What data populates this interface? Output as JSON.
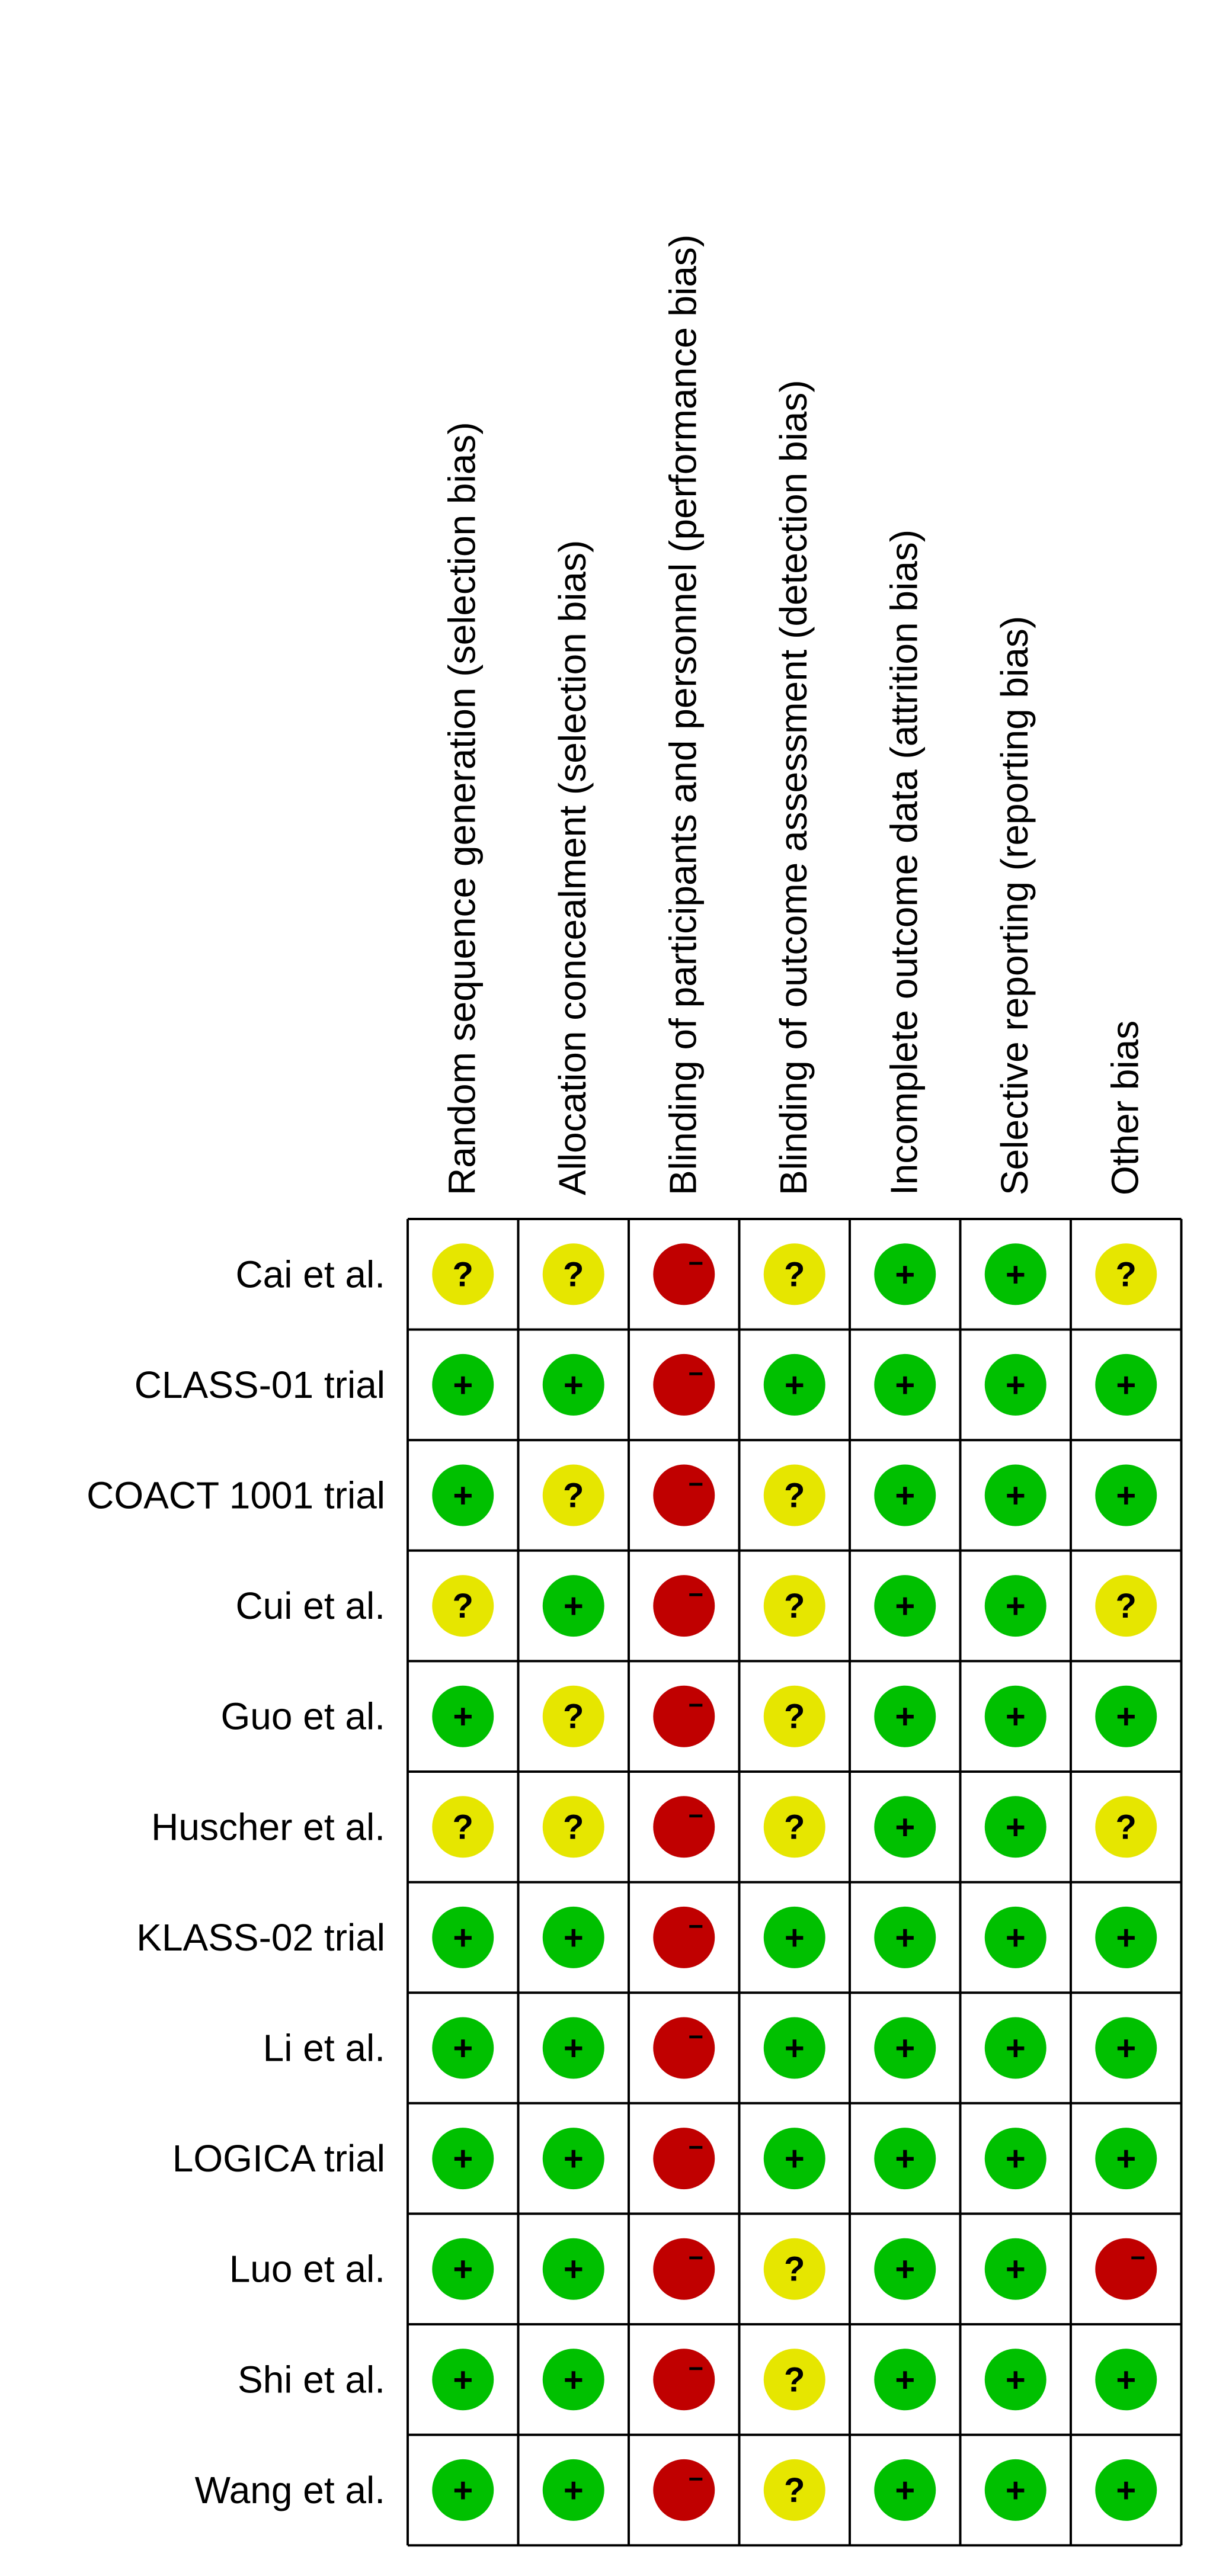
{
  "chart_data": {
    "type": "table",
    "domains": [
      "Random sequence generation (selection bias)",
      "Allocation concealment (selection bias)",
      "Blinding of participants and personnel (performance bias)",
      "Blinding of outcome assessment (detection bias)",
      "Incomplete outcome data (attrition bias)",
      "Selective reporting (reporting bias)",
      "Other bias"
    ],
    "studies": [
      "Cai et al.",
      "CLASS-01 trial",
      "COACT 1001 trial",
      "Cui et al.",
      "Guo et al.",
      "Huscher et al.",
      "KLASS-02 trial",
      "Li et al.",
      "LOGICA trial",
      "Luo et al.",
      "Shi et al.",
      "Wang et al."
    ],
    "judgements": [
      [
        "?",
        "?",
        "-",
        "?",
        "+",
        "+",
        "?"
      ],
      [
        "+",
        "+",
        "-",
        "+",
        "+",
        "+",
        "+"
      ],
      [
        "+",
        "?",
        "-",
        "?",
        "+",
        "+",
        "+"
      ],
      [
        "?",
        "+",
        "-",
        "?",
        "+",
        "+",
        "?"
      ],
      [
        "+",
        "?",
        "-",
        "?",
        "+",
        "+",
        "+"
      ],
      [
        "?",
        "?",
        "-",
        "?",
        "+",
        "+",
        "?"
      ],
      [
        "+",
        "+",
        "-",
        "+",
        "+",
        "+",
        "+"
      ],
      [
        "+",
        "+",
        "-",
        "+",
        "+",
        "+",
        "+"
      ],
      [
        "+",
        "+",
        "-",
        "+",
        "+",
        "+",
        "+"
      ],
      [
        "+",
        "+",
        "-",
        "?",
        "+",
        "+",
        "-"
      ],
      [
        "+",
        "+",
        "-",
        "?",
        "+",
        "+",
        "+"
      ],
      [
        "+",
        "+",
        "-",
        "?",
        "+",
        "+",
        "+"
      ]
    ],
    "symbols": {
      "+": {
        "glyph": "+",
        "color": "#00c000"
      },
      "?": {
        "glyph": "?",
        "color": "#e6e600"
      },
      "-": {
        "glyph": "−",
        "color": "#c00000"
      }
    },
    "grid": true
  }
}
